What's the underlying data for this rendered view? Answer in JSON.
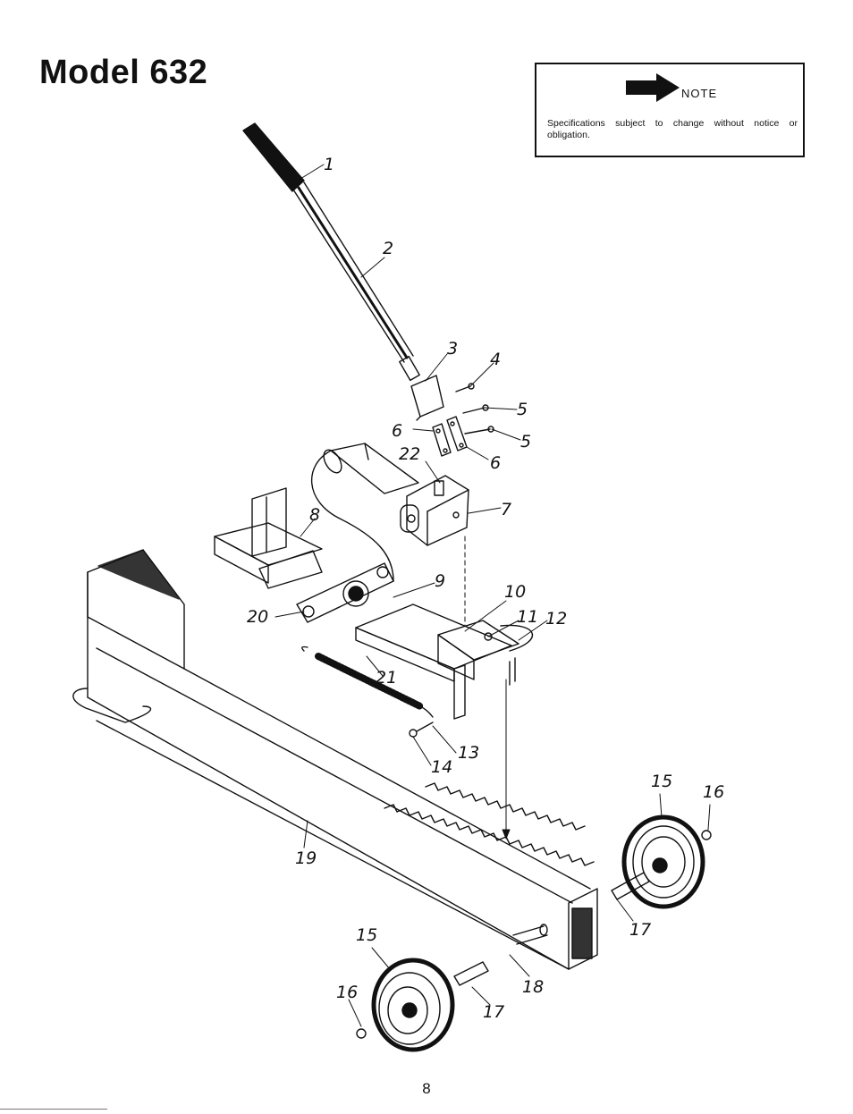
{
  "page": {
    "title": "Model 632",
    "page_number": "8"
  },
  "note": {
    "label": "NOTE",
    "text": "Specifications subject to change without notice or obligation."
  },
  "callouts": {
    "c1": "1",
    "c2": "2",
    "c3": "3",
    "c4": "4",
    "c5a": "5",
    "c5b": "5",
    "c6a": "6",
    "c6b": "6",
    "c7": "7",
    "c8": "8",
    "c9": "9",
    "c10": "10",
    "c11": "11",
    "c12": "12",
    "c13": "13",
    "c14": "14",
    "c15a": "15",
    "c15b": "15",
    "c16a": "16",
    "c16b": "16",
    "c17a": "17",
    "c17b": "17",
    "c18": "18",
    "c19": "19",
    "c20": "20",
    "c21": "21",
    "c22": "22"
  },
  "colors": {
    "ink": "#111111",
    "paper": "#ffffff"
  }
}
